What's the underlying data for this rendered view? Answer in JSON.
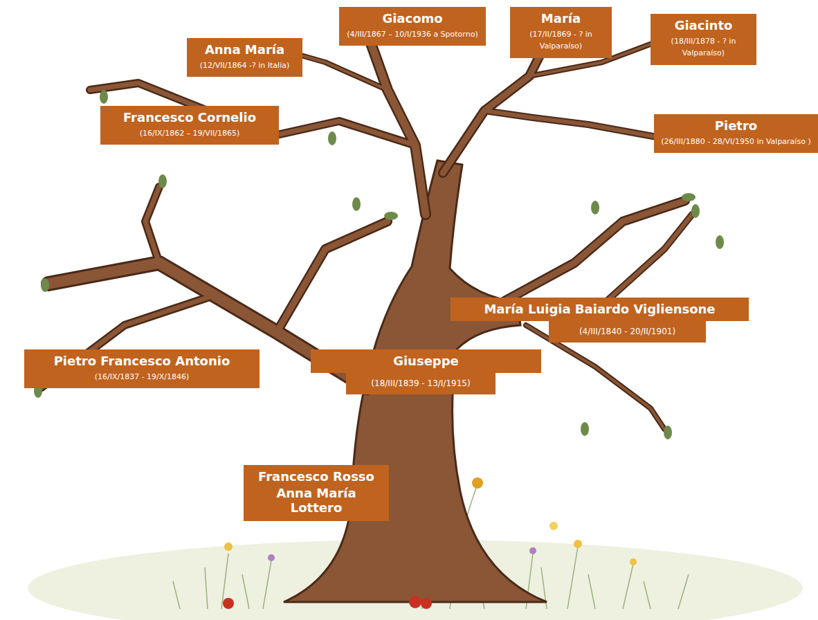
{
  "diagram": {
    "nodes": [
      {
        "text": [
          "Anna María",
          "(12/VII/1864 -? in Italia)"
        ]
      },
      {
        "text": [
          "Giacomo",
          "(4/III/1867 – 10/I/1936 a Spotorno)"
        ]
      },
      {
        "text": [
          "María",
          "(17/II/1869 - ? in Valparaíso)"
        ]
      },
      {
        "text": [
          "Giacinto",
          "(18/III/1878 - ? in Valparaíso)"
        ]
      },
      {
        "text": [
          "Francesco Cornelio",
          "(16/IX/1862 – 19/VII/1865)"
        ]
      },
      {
        "text": [
          "Pietro",
          "(26/III/1880 - 28/VI/1950 in Valparaíso )"
        ]
      },
      {
        "text": [
          "María Luigia Baiardo Vigliensone",
          "(4/III/1840 - 20/II/1901)"
        ]
      },
      {
        "text": [
          "Pietro Francesco Antonio",
          "(16/IX/1837 - 19/X/1846)"
        ]
      },
      {
        "text": [
          "Giuseppe",
          "(18/III/1839 - 13/I/1915)"
        ]
      },
      {
        "text": [
          "Francesco Rosso",
          "Anna María Lottero"
        ]
      }
    ]
  }
}
